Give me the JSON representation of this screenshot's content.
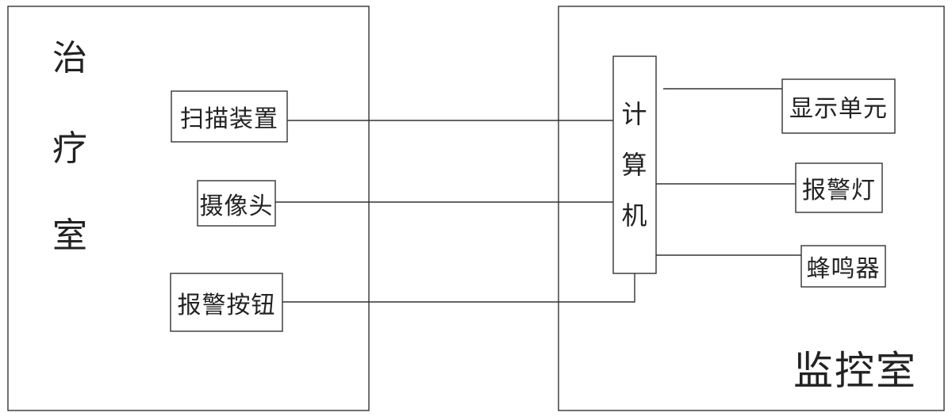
{
  "rooms": {
    "treatment": {
      "label_chars": [
        "治",
        "疗",
        "室"
      ]
    },
    "monitoring": {
      "label": "监控室"
    }
  },
  "devices": {
    "scanner": "扫描装置",
    "camera": "摄像头",
    "alarm_button": "报警按钮"
  },
  "computer": {
    "label_chars": [
      "计",
      "算",
      "机"
    ]
  },
  "outputs": {
    "display": "显示单元",
    "alarm_light": "报警灯",
    "buzzer": "蜂鸣器"
  },
  "colors": {
    "line": "#333333",
    "text": "#222222",
    "background": "#ffffff"
  }
}
